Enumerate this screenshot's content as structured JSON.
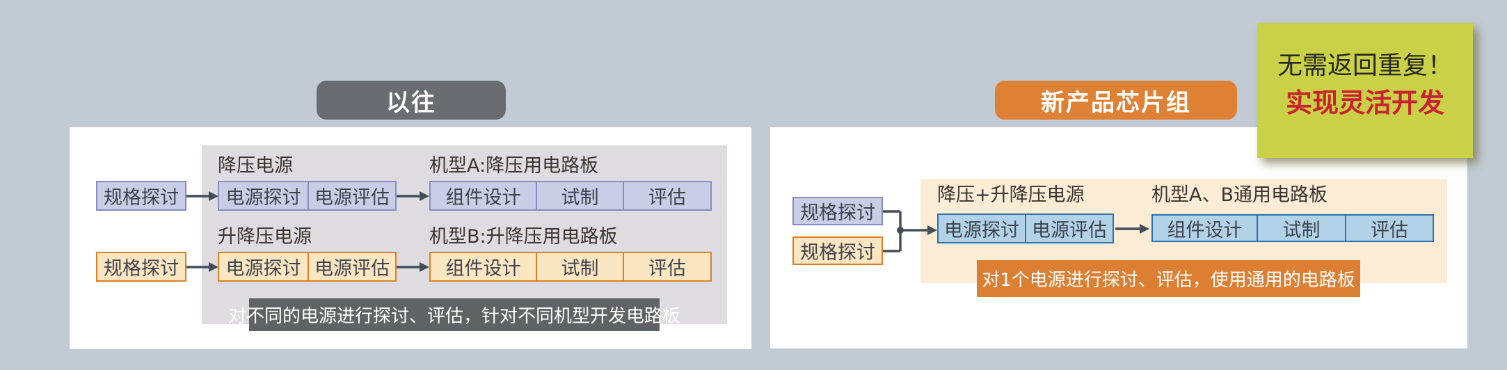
{
  "left": {
    "badge": "以往",
    "rows": [
      {
        "spec": "规格探讨",
        "power_label": "降压电源",
        "power_steps": [
          "电源探讨",
          "电源评估"
        ],
        "board_label": "机型A:降压用电路板",
        "board_steps": [
          "组件设计",
          "试制",
          "评估"
        ]
      },
      {
        "spec": "规格探讨",
        "power_label": "升降压电源",
        "power_steps": [
          "电源探讨",
          "电源评估"
        ],
        "board_label": "机型B:升降压用电路板",
        "board_steps": [
          "组件设计",
          "试制",
          "评估"
        ]
      }
    ],
    "caption": "对不同的电源进行探讨、评估，针对不同机型开发电路板"
  },
  "right": {
    "badge": "新产品芯片组",
    "specs": [
      "规格探讨",
      "规格探讨"
    ],
    "power_label": "降压+升降压电源",
    "power_steps": [
      "电源探讨",
      "电源评估"
    ],
    "board_label": "机型A、B通用电路板",
    "board_steps": [
      "组件设计",
      "试制",
      "评估"
    ],
    "caption": "对1个电源进行探讨、评估，使用通用的电路板"
  },
  "callout": {
    "line1": "无需返回重复！",
    "line2": "实现灵活开发"
  },
  "colors": {
    "background": "#c2cbd3",
    "panel_white": "#ffffff",
    "panel_gray": "#dfdce1",
    "panel_cream": "#faecd5",
    "purple_fill": "#c9cde5",
    "purple_border": "#868dc0",
    "orange_fill": "#fbe6c2",
    "orange_border": "#dc8027",
    "blue_fill": "#b2d2e8",
    "blue_border": "#2e72a8",
    "badge_gray": "#696c70",
    "badge_orange": "#df8135",
    "caption_gray": "#606266",
    "caption_orange": "#dd7f33",
    "arrow": "#414e58",
    "callout_bg": "#cbd147",
    "callout_text": "#272721",
    "callout_accent": "#c9222f"
  }
}
